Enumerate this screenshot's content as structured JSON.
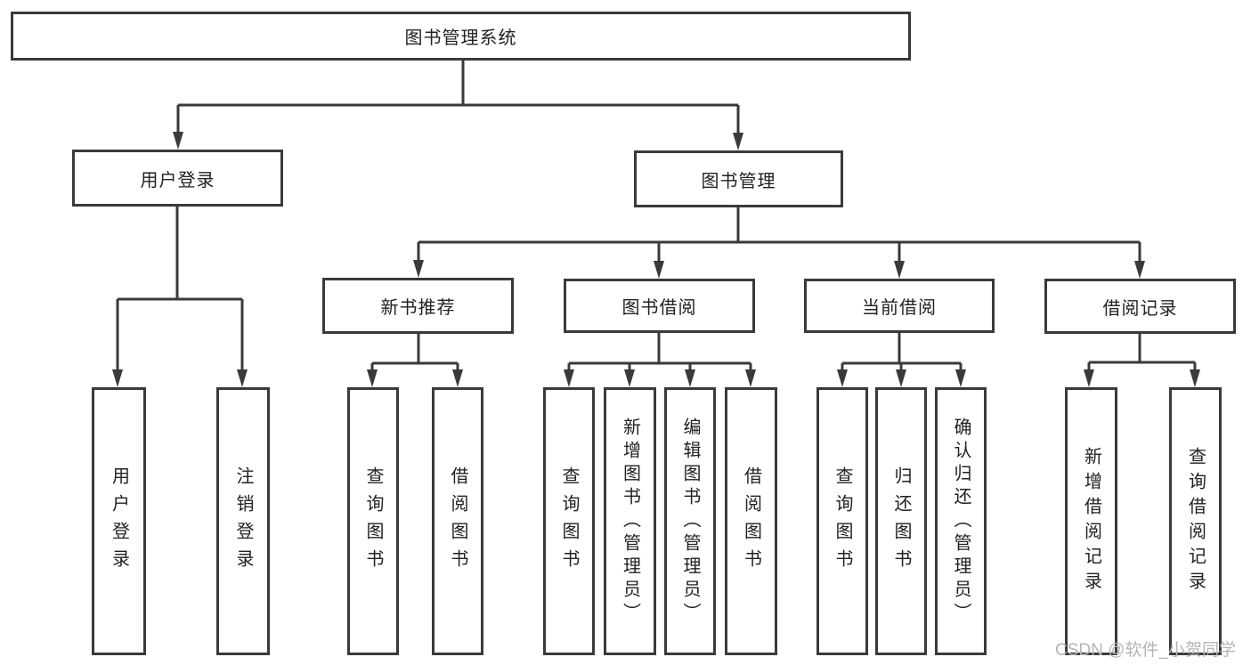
{
  "diagram": {
    "title": "图书管理系统",
    "level2": [
      {
        "label": "用户登录",
        "leaves": [
          "用户登录",
          "注销登录"
        ]
      },
      {
        "label": "图书管理",
        "groups": [
          {
            "label": "新书推荐",
            "leaves": [
              "查询图书",
              "借阅图书"
            ]
          },
          {
            "label": "图书借阅",
            "leaves": [
              "查询图书",
              "新增图书（管理员）",
              "编辑图书（管理员）",
              "借阅图书"
            ]
          },
          {
            "label": "当前借阅",
            "leaves": [
              "查询图书",
              "归还图书",
              "确认归还（管理员）"
            ]
          },
          {
            "label": "借阅记录",
            "leaves": [
              "新增借阅记录",
              "查询借阅记录"
            ]
          }
        ]
      }
    ],
    "colors": {
      "line": "#3a3a3a",
      "text": "#222222",
      "watermark": "#b5b5b5",
      "background": "#ffffff"
    },
    "watermark": "CSDN @软件_小贺同学"
  }
}
